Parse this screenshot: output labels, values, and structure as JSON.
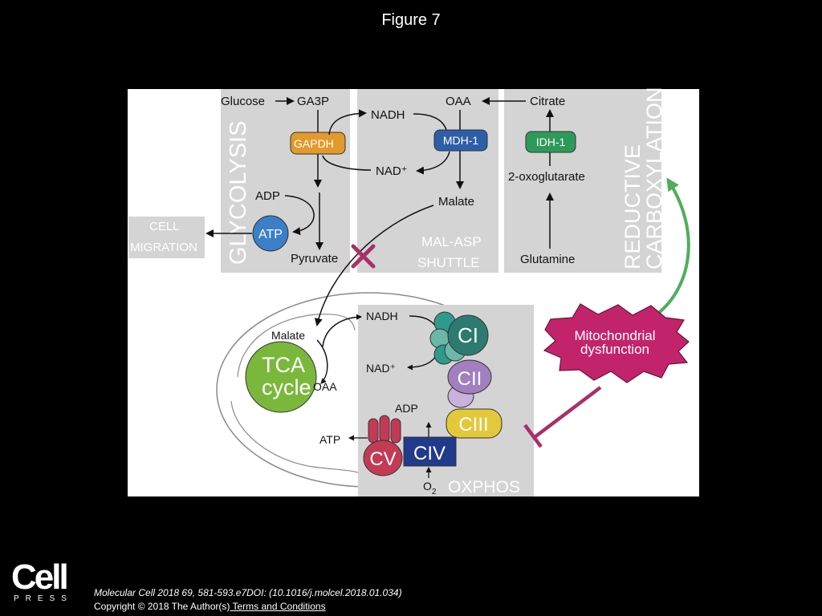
{
  "title": "Figure 7",
  "diagram": {
    "glycolysis": "GLYCOLYSIS",
    "mal_asp_1": "MAL-ASP",
    "mal_asp_2": "SHUTTLE",
    "reductive_1": "REDUCTIVE",
    "reductive_2": "CARBOXYLATION",
    "oxphos": "OXPHOS",
    "cell_1": "CELL",
    "cell_2": "MIGRATION",
    "glucose": "Glucose",
    "ga3p": "GA3P",
    "gapdh": "GAPDH",
    "adp": "ADP",
    "atp": "ATP",
    "pyruvate": "Pyruvate",
    "nadh": "NADH",
    "nad": "NAD⁺",
    "oaa": "OAA",
    "mdh1": "MDH-1",
    "malate": "Malate",
    "citrate": "Citrate",
    "idh1": "IDH-1",
    "oxoglutarate": "2-oxoglutarate",
    "glutamine": "Glutamine",
    "mito_dysfunction_1": "Mitochondrial",
    "mito_dysfunction_2": "dysfunction",
    "mito_malate": "Malate",
    "tca_1": "TCA",
    "tca_2": "cycle",
    "mito_oaa": "OAA",
    "mito_nadh": "NADH",
    "mito_nad": "NAD⁺",
    "ci": "CI",
    "cii": "CII",
    "ciii": "CIII",
    "civ": "CIV",
    "cv": "CV",
    "mito_adp": "ADP",
    "mito_atp": "ATP",
    "o2": "O",
    "o2_sub": "2"
  },
  "colors": {
    "box_gray": "#d4d4d4",
    "gapdh": "#e39a2c",
    "mdh1": "#2d5ea8",
    "idh1": "#2e9a5a",
    "atp": "#3a7fc8",
    "tca": "#7ab83c",
    "ci": "#2c7a70",
    "cii": "#a27fc0",
    "ciii": "#e3c83a",
    "civ": "#213a8c",
    "cv": "#c43a55",
    "dysfunction": "#c2246b",
    "inhibit": "#a83068",
    "green_arrow": "#4fae5a"
  },
  "footer": {
    "logo_main": "Cell",
    "logo_sub": "PRESS",
    "citation": "Molecular Cell 2018 69, 581-593.e7DOI: (10.1016/j.molcel.2018.01.034)",
    "copyright": "Copyright © 2018 The Author(s)",
    "terms": " Terms and Conditions"
  }
}
